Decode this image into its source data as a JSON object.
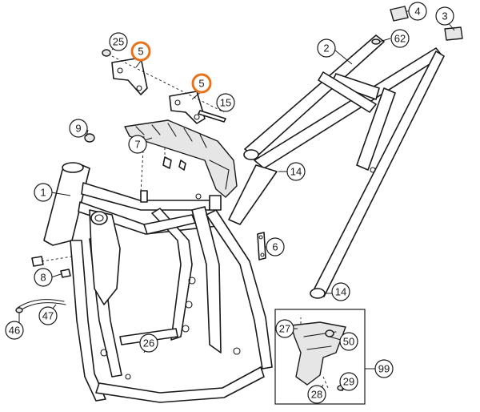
{
  "callouts": [
    {
      "id": "c1",
      "label": "1",
      "highlight": false
    },
    {
      "id": "c2",
      "label": "2",
      "highlight": false
    },
    {
      "id": "c3",
      "label": "3",
      "highlight": false
    },
    {
      "id": "c4",
      "label": "4",
      "highlight": false
    },
    {
      "id": "c5a",
      "label": "5",
      "highlight": true
    },
    {
      "id": "c5b",
      "label": "5",
      "highlight": true
    },
    {
      "id": "c6",
      "label": "6",
      "highlight": false
    },
    {
      "id": "c7",
      "label": "7",
      "highlight": false
    },
    {
      "id": "c8",
      "label": "8",
      "highlight": false
    },
    {
      "id": "c9",
      "label": "9",
      "highlight": false
    },
    {
      "id": "c14a",
      "label": "14",
      "highlight": false
    },
    {
      "id": "c14b",
      "label": "14",
      "highlight": false
    },
    {
      "id": "c15",
      "label": "15",
      "highlight": false
    },
    {
      "id": "c25",
      "label": "25",
      "highlight": false
    },
    {
      "id": "c26",
      "label": "26",
      "highlight": false
    },
    {
      "id": "c27",
      "label": "27",
      "highlight": false
    },
    {
      "id": "c28",
      "label": "28",
      "highlight": false
    },
    {
      "id": "c29",
      "label": "29",
      "highlight": false
    },
    {
      "id": "c46",
      "label": "46",
      "highlight": false
    },
    {
      "id": "c47",
      "label": "47",
      "highlight": false
    },
    {
      "id": "c50",
      "label": "50",
      "highlight": false
    },
    {
      "id": "c62",
      "label": "62",
      "highlight": false
    },
    {
      "id": "c99",
      "label": "99",
      "highlight": false
    }
  ],
  "colors": {
    "highlight": "#e8731c",
    "line": "#1a1a1a",
    "background": "#ffffff"
  }
}
